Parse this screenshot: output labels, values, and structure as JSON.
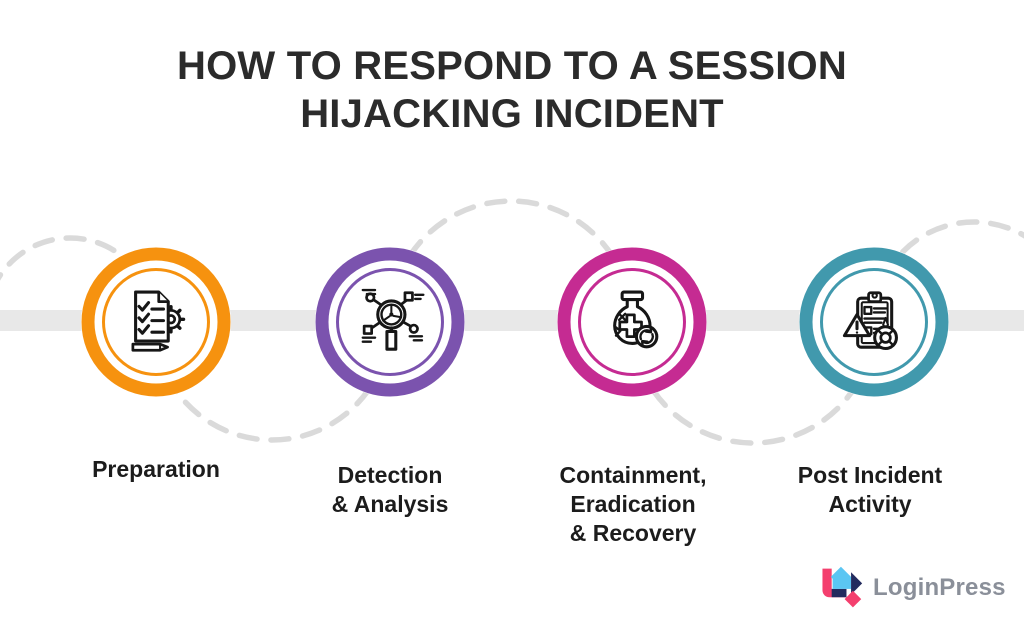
{
  "title": {
    "line1": "HOW TO RESPOND TO A SESSION",
    "line2": "HIJACKING INCIDENT"
  },
  "steps": [
    {
      "label_lines": [
        "Preparation"
      ],
      "color": "#F6920F",
      "icon": "checklist-gear-icon"
    },
    {
      "label_lines": [
        "Detection",
        "& Analysis"
      ],
      "color": "#7B53AE",
      "icon": "search-network-icon"
    },
    {
      "label_lines": [
        "Containment,",
        "Eradication",
        "& Recovery"
      ],
      "color": "#C52B92",
      "icon": "flask-recovery-icon"
    },
    {
      "label_lines": [
        "Post Incident",
        "Activity"
      ],
      "color": "#4199AD",
      "icon": "clipboard-alert-icon"
    }
  ],
  "brand": {
    "name": "LoginPress",
    "text_color": "#8A8F99",
    "mark_colors": {
      "pink": "#F43F6E",
      "blue": "#5BC6F3",
      "navy": "#232B5E"
    }
  },
  "decor": {
    "background": "#FFFFFF",
    "band_color": "#E8E8E8",
    "dash_color": "#DADADA",
    "title_color": "#2B2B2B",
    "label_color": "#1C1C1C",
    "icon_color": "#161616"
  }
}
